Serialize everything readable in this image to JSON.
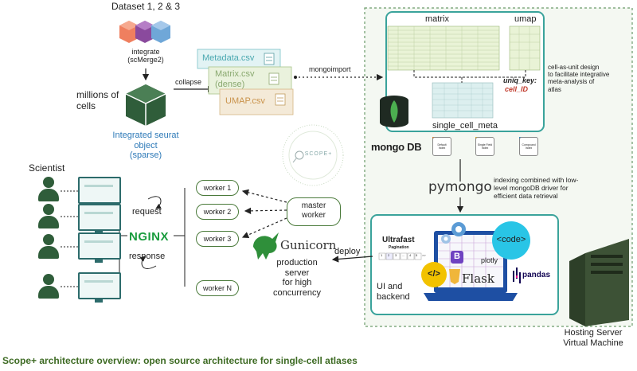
{
  "dataset_label": "Dataset 1, 2 & 3",
  "integrate_label": "integrate\n(scMerge2)",
  "millions_label": "millions of\ncells",
  "seurat_label": "Integrated seurat\nobject\n(sparse)",
  "collapse_label": "collapse",
  "files": [
    "Metadata.csv",
    "Matrix.csv\n(dense)",
    "UMAP.csv"
  ],
  "mongoimport_label": "mongoimport",
  "db": {
    "matrix_label": "matrix",
    "umap_label": "umap",
    "uniq_key_label": "uniq_key:",
    "cell_id_label": "cell_ID",
    "single_cell_meta_label": "single_cell_meta",
    "cell_unit_note": "cell-as-unit design\nto facilitate integrative\nmeta-analysis of\natlas",
    "mongodb_label": "mongo DB",
    "index_types": [
      "Default\nIndex",
      "Single Field\nIndex",
      "Compound\nIndex"
    ],
    "pymongo_label": "pymongo",
    "pymongo_note": "indexing combined with low-\nlevel mongoDB driver for\nefficient data retrieval"
  },
  "scope_logo": "SCOPE+",
  "scientist_label": "Scientist",
  "request_label": "request",
  "response_label": "response",
  "nginx_label": "NGINX",
  "workers": [
    "worker 1",
    "worker 2",
    "worker 3",
    "worker N"
  ],
  "master_worker_label": "master\nworker",
  "gunicorn_label": "Gunicorn",
  "production_label": "production\nserver\nfor high\nconcurrency",
  "deploy_label": "deploy",
  "frontend": {
    "ultrafast_label": "Ultrafast",
    "pagination_label": "Pagination",
    "pagination_pages": [
      "1",
      "2",
      "3",
      "...",
      "4",
      "5",
      ">>"
    ],
    "code_label": "<code>",
    "js_label": "</>",
    "plotly_label": "plotly",
    "flask_label": "Flask",
    "pandas_label": "pandas",
    "bootstrap_label": "B",
    "ui_backend_label": "UI and\nbackend"
  },
  "hosting_label": "Hosting Server\nVirtual Machine",
  "caption": "Scope+ architecture overview: open source architecture for single-cell atlases",
  "colors": {
    "green_dark": "#2f5d3a",
    "teal_frame": "#3aa39b",
    "green_frame": "#6a9a6a",
    "cell_red": "#c0392b",
    "caption_green": "#3e6b24",
    "nginx_green": "#1a9c3e"
  }
}
